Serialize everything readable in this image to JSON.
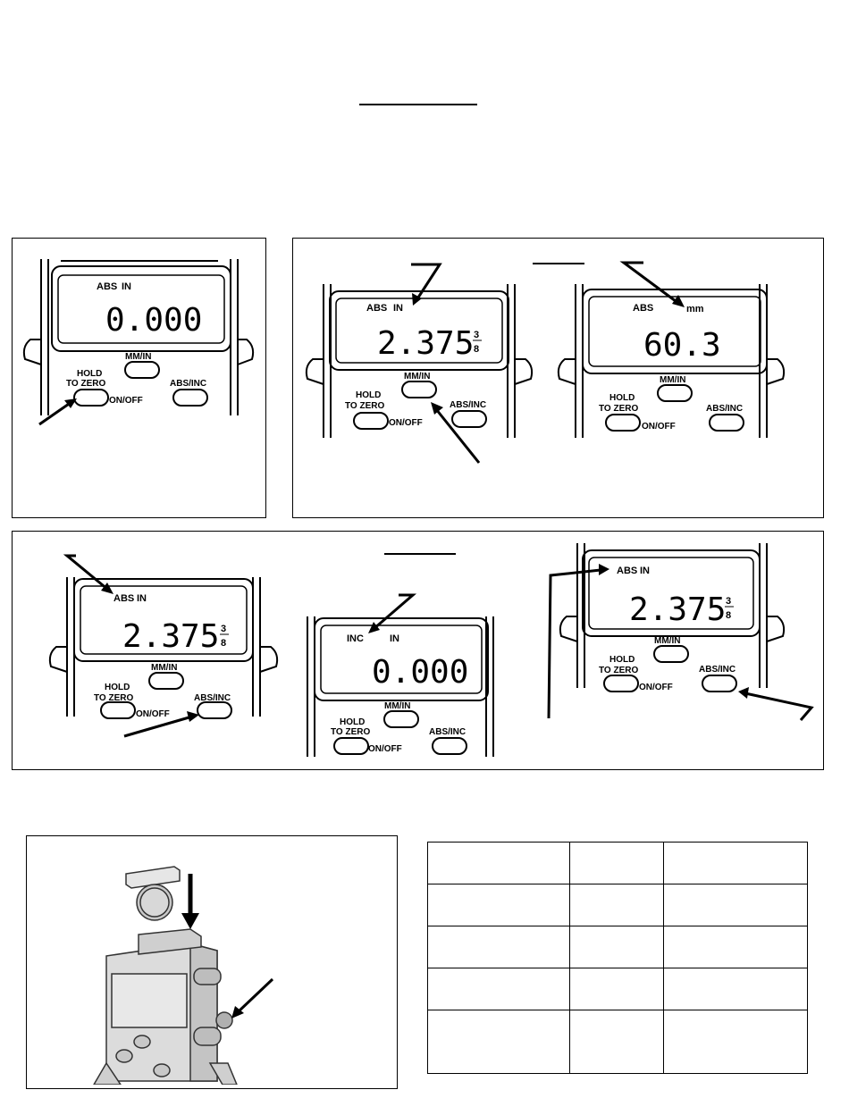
{
  "displays": {
    "d1": {
      "mode": "ABS",
      "unit": "IN",
      "reading": "0.000",
      "fraction_top": "",
      "fraction_bottom": ""
    },
    "d2": {
      "mode": "ABS",
      "unit": "IN",
      "reading": "2.375",
      "fraction_top": "3",
      "fraction_bottom": "8"
    },
    "d3": {
      "mode": "ABS",
      "unit": "mm",
      "reading": "60.3",
      "fraction_top": "",
      "fraction_bottom": ""
    },
    "d4": {
      "mode": "ABS",
      "unit": "IN",
      "reading": "2.375",
      "fraction_top": "3",
      "fraction_bottom": "8"
    },
    "d5": {
      "mode": "INC",
      "unit": "IN",
      "reading": "0.000",
      "fraction_top": "",
      "fraction_bottom": ""
    },
    "d6": {
      "mode": "ABS",
      "unit": "IN",
      "reading": "2.375",
      "fraction_top": "3",
      "fraction_bottom": "8"
    }
  },
  "buttons": {
    "mm_in": "MM/IN",
    "hold_line1": "HOLD",
    "hold_line2": "TO ZERO",
    "on_off": "ON/OFF",
    "abs_inc": "ABS/INC"
  },
  "table": {
    "rows": [
      [
        "",
        "",
        ""
      ],
      [
        "",
        "",
        ""
      ],
      [
        "",
        "",
        ""
      ],
      [
        "",
        "",
        ""
      ],
      [
        "",
        "",
        ""
      ]
    ]
  }
}
